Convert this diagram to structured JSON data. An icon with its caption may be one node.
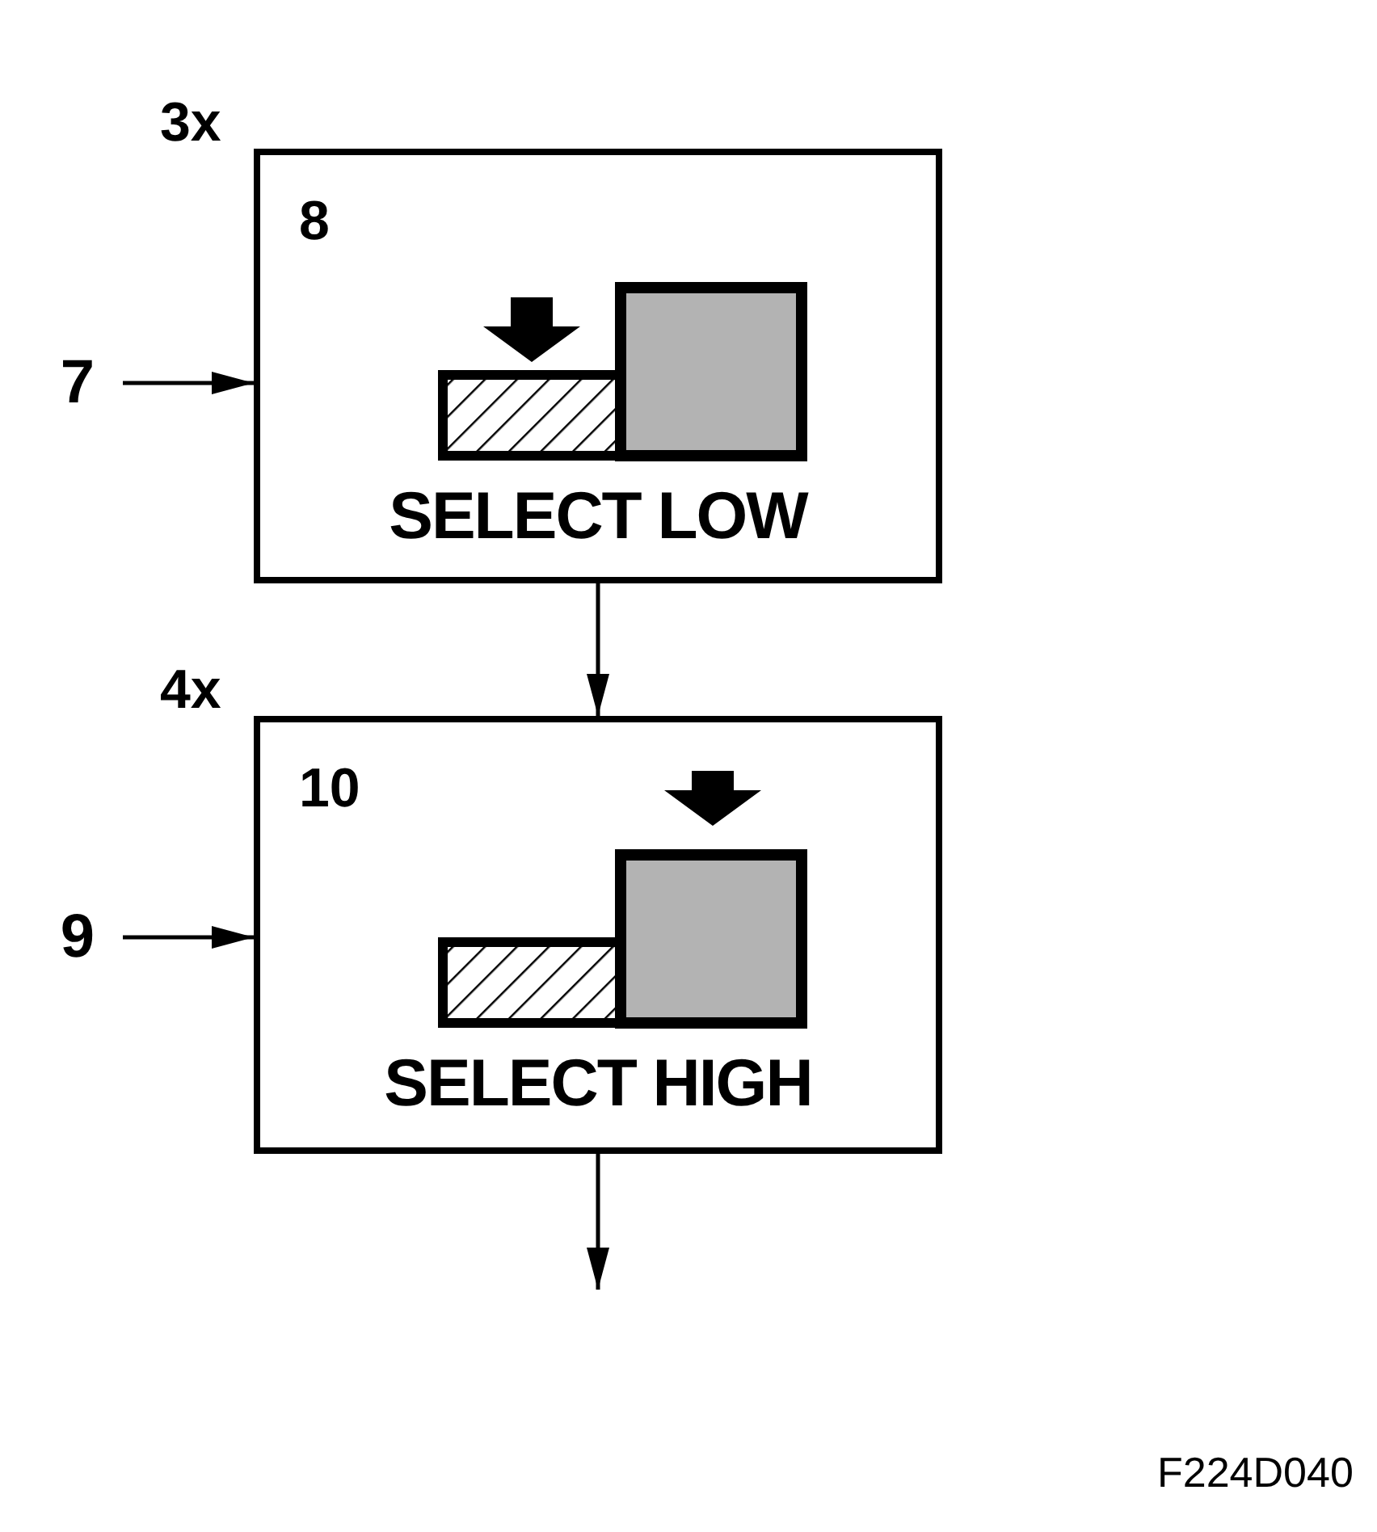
{
  "diagram": {
    "nodes": [
      {
        "text": [
          "8",
          "SELECT LOW"
        ],
        "beside": [
          "3x"
        ]
      },
      {
        "text": [
          "10",
          "SELECT HIGH"
        ],
        "beside": [
          "4x"
        ]
      },
      {
        "text": [
          "7"
        ]
      },
      {
        "text": [
          "9"
        ]
      }
    ],
    "edges": [
      {
        "from": 2,
        "to": 0,
        "arrow": "to"
      },
      {
        "from": 0,
        "to": 1,
        "arrow": "to"
      },
      {
        "from": 3,
        "to": 1,
        "arrow": "to"
      },
      {
        "from": 1,
        "to": null,
        "arrow": "to"
      }
    ],
    "labels": [
      "F224D040"
    ]
  }
}
